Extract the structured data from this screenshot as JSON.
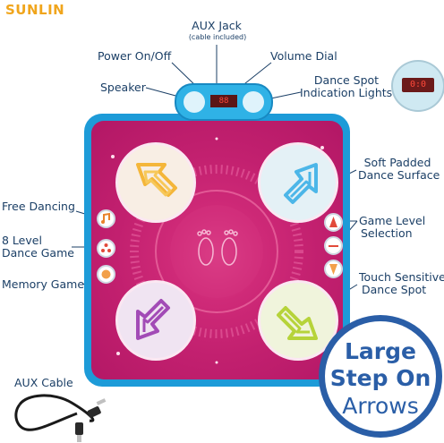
{
  "brand": {
    "logo_text": "SUNLIN"
  },
  "callouts": {
    "aux_jack": "AUX Jack",
    "aux_jack_note": "(cable included)",
    "power": "Power On/Off",
    "volume": "Volume Dial",
    "speaker": "Speaker",
    "dance_spot_line1": "Dance Spot",
    "dance_spot_line2": "Indication Lights",
    "soft_line1": "Soft Padded",
    "soft_line2": "Dance Surface",
    "free_dancing": "Free Dancing",
    "level8_line1": "8 Level",
    "level8_line2": "Dance Game",
    "memory_game": "Memory Game",
    "game_level_line1": "Game Level",
    "game_level_line2": "Selection",
    "touch_line1": "Touch Sensitive",
    "touch_line2": "Dance Spot",
    "aux_cable": "AUX Cable"
  },
  "panel": {
    "display": "88"
  },
  "inset": {
    "display": "0:0"
  },
  "badge": {
    "line1": "Large",
    "line2": "Step On",
    "line3": "Arrows"
  },
  "colors": {
    "label": "#1b3f66",
    "mat_border": "#1d9bd8",
    "mat_surface": "#c2206f",
    "arrow_yellow": "#f4b63a",
    "arrow_blue": "#4cb6e8",
    "arrow_purple": "#a24bb6",
    "arrow_green": "#b6d33a",
    "badge_blue": "#2a5ea7",
    "logo_orange": "#f0a51c"
  }
}
